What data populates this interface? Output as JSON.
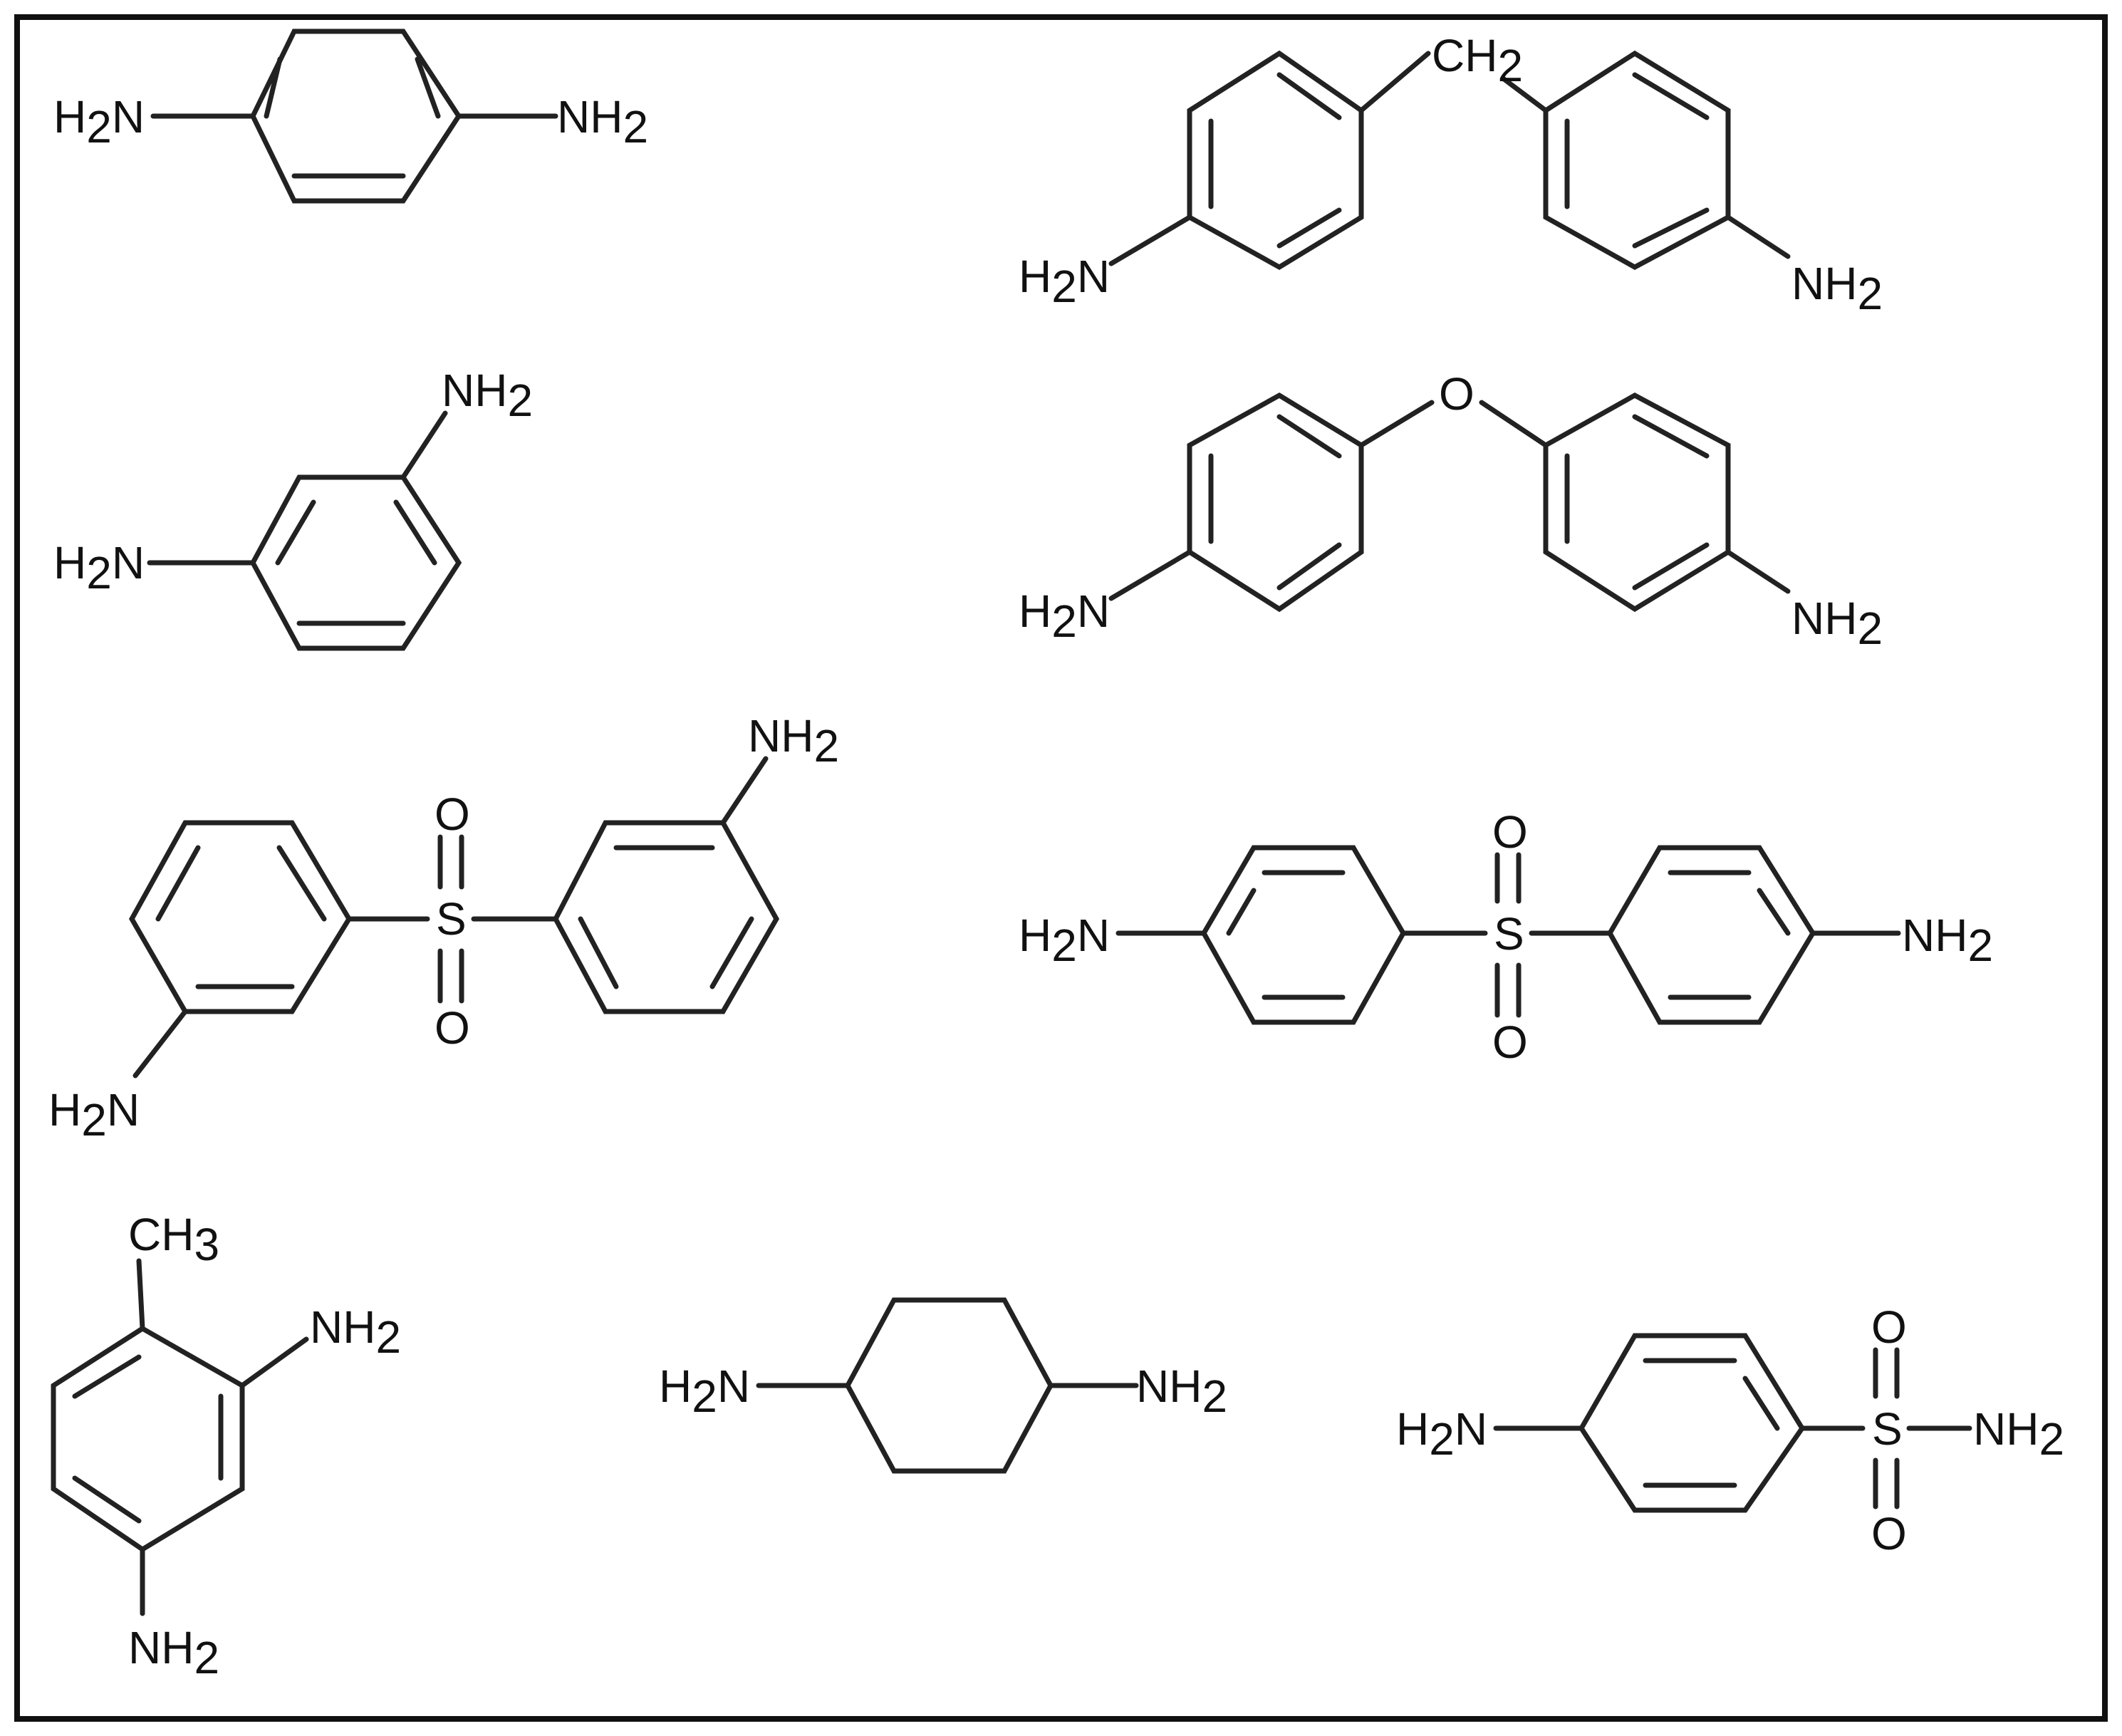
{
  "figure": {
    "molecules": [
      {
        "id": "p-phenylenediamine",
        "labels": [
          "H2N",
          "NH2"
        ]
      },
      {
        "id": "methylenedianiline",
        "labels": [
          "CH2",
          "H2N",
          "NH2"
        ]
      },
      {
        "id": "m-phenylenediamine",
        "labels": [
          "NH2",
          "H2N"
        ]
      },
      {
        "id": "oxydianiline",
        "labels": [
          "O",
          "H2N",
          "NH2"
        ]
      },
      {
        "id": "3-3-diaminodiphenylsulfone",
        "labels": [
          "NH2",
          "O",
          "S",
          "O",
          "H2N"
        ]
      },
      {
        "id": "4-4-diaminodiphenylsulfone",
        "labels": [
          "H2N",
          "O",
          "S",
          "O",
          "NH2"
        ]
      },
      {
        "id": "toluenediamine",
        "labels": [
          "CH3",
          "NH2",
          "NH2"
        ]
      },
      {
        "id": "cyclohexanediamine",
        "labels": [
          "H2N",
          "NH2"
        ]
      },
      {
        "id": "sulfanilamide",
        "labels": [
          "H2N",
          "O",
          "S",
          "O",
          "NH2"
        ]
      }
    ]
  }
}
